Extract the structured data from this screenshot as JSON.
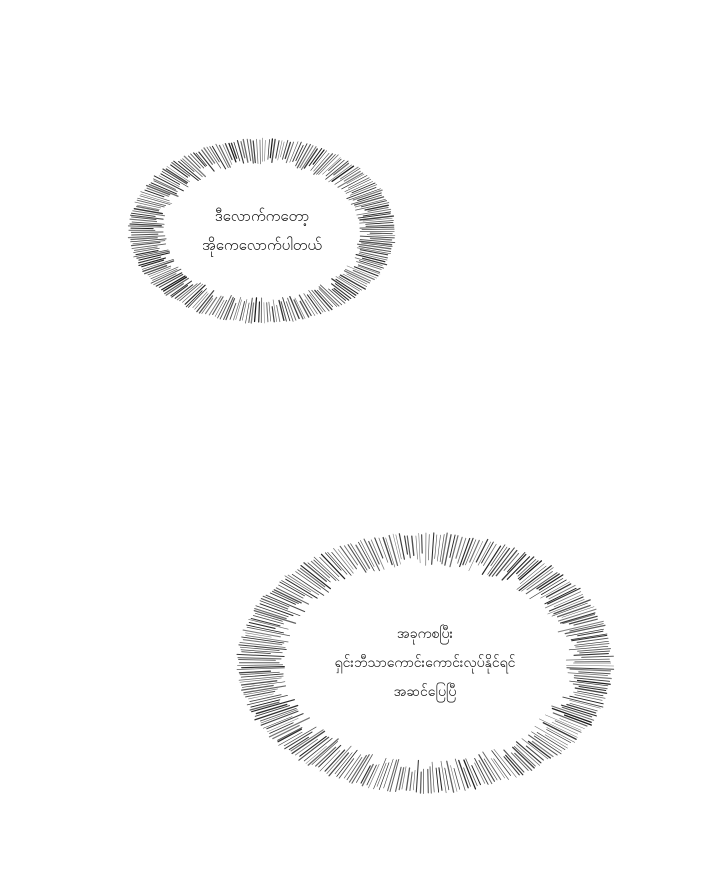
{
  "bubbles": [
    {
      "lines": [
        "ဒီလောက်ကတော့",
        "အိုကေလောက်ပါတယ်"
      ]
    },
    {
      "lines": [
        "အခုကစပြီး",
        "ရှင်းဘီသာကောင်းကောင်းလုပ်နိုင်ရင်",
        "အဆင်ပြေပြီ"
      ]
    }
  ],
  "colors": {
    "background": "#ffffff",
    "burst_stroke": "#1a1a1a",
    "text": "#111111"
  }
}
